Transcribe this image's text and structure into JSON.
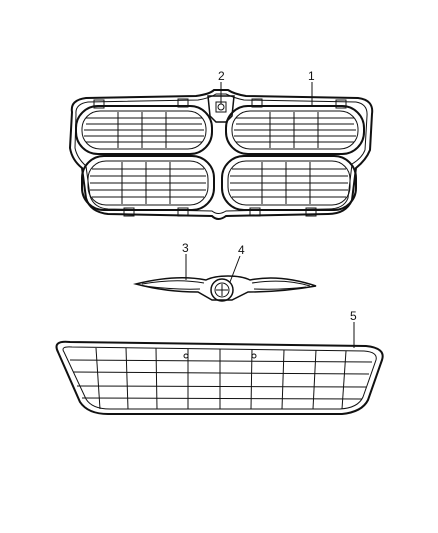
{
  "diagram": {
    "callouts": [
      {
        "id": "c1",
        "label": "1"
      },
      {
        "id": "c2",
        "label": "2"
      },
      {
        "id": "c3",
        "label": "3"
      },
      {
        "id": "c4",
        "label": "4"
      },
      {
        "id": "c5",
        "label": "5"
      }
    ],
    "colors": {
      "line": "#111111",
      "background": "#ffffff"
    }
  }
}
